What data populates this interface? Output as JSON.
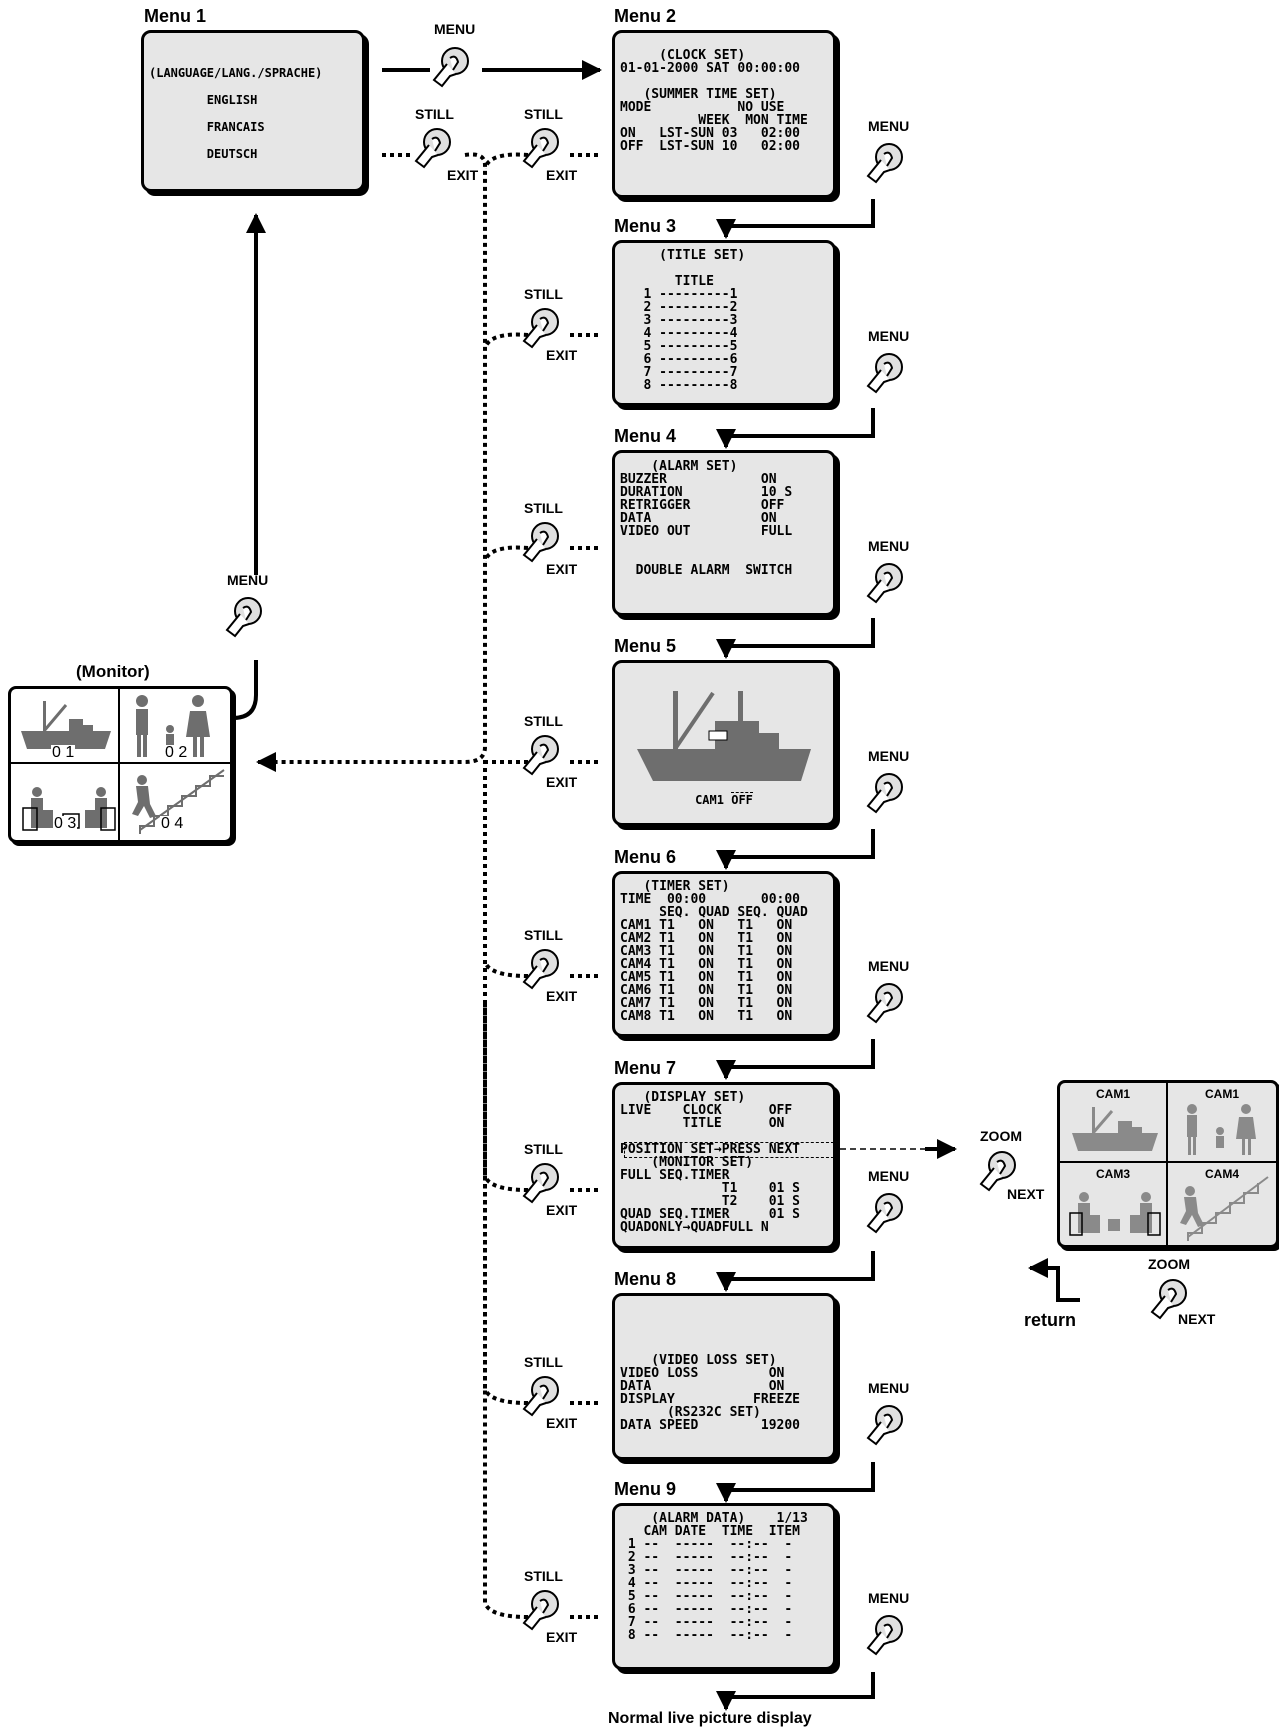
{
  "buttons": {
    "menu": "MENU",
    "still": "STILL",
    "exit": "EXIT",
    "zoom": "ZOOM",
    "next": "NEXT"
  },
  "monitor_title": "(Monitor)",
  "monitor_numbers": [
    "0 1",
    "0 2",
    "0 3",
    "0 4"
  ],
  "return_label": "return",
  "footer": "Normal live picture display",
  "zoom_cameras": [
    "CAM1",
    "CAM1",
    "CAM3",
    "CAM4"
  ],
  "menus": [
    {
      "title": "Menu 1",
      "text": "(LANGUAGE/LANG./SPRACHE)\n\n        ENGLISH\n\n        FRANCAIS\n\n        DEUTSCH"
    },
    {
      "title": "Menu 2",
      "text": "     (CLOCK SET)\n01-01-2000 SAT 00:00:00\n\n   (SUMMER TIME SET)\nMODE           NO USE\n          WEEK  MON TIME\nON   LST-SUN 03   02:00\nOFF  LST-SUN 10   02:00"
    },
    {
      "title": "Menu 3",
      "text": "     (TITLE SET)\n\n       TITLE\n   1 ---------1\n   2 ---------2\n   3 ---------3\n   4 ---------4\n   5 ---------5\n   6 ---------6\n   7 ---------7\n   8 ---------8"
    },
    {
      "title": "Menu 4",
      "text": "    (ALARM SET)\nBUZZER            ON\nDURATION          10 S\nRETRIGGER         OFF\nDATA              ON\nVIDEO OUT         FULL\n\n\n  DOUBLE ALARM  SWITCH"
    },
    {
      "title": "Menu 5",
      "cam_label": "CAM1",
      "cam_state": "OFF"
    },
    {
      "title": "Menu 6",
      "text": "   (TIMER SET)\nTIME  00:00       00:00\n     SEQ. QUAD SEQ. QUAD\nCAM1 T1   ON   T1   ON\nCAM2 T1   ON   T1   ON\nCAM3 T1   ON   T1   ON\nCAM4 T1   ON   T1   ON\nCAM5 T1   ON   T1   ON\nCAM6 T1   ON   T1   ON\nCAM7 T1   ON   T1   ON\nCAM8 T1   ON   T1   ON"
    },
    {
      "title": "Menu 7",
      "text": "   (DISPLAY SET)\nLIVE    CLOCK      OFF\n        TITLE      ON\n\nPOSITION SET→PRESS NEXT\n    (MONITOR SET)\nFULL SEQ.TIMER\n             T1    01 S\n             T2    01 S\nQUAD SEQ.TIMER     01 S\nQUADONLY→QUADFULL N"
    },
    {
      "title": "Menu 8",
      "text": "\n\n    (VIDEO LOSS SET)\nVIDEO LOSS         ON\nDATA               ON\nDISPLAY          FREEZE\n      (RS232C SET)\nDATA SPEED        19200"
    },
    {
      "title": "Menu 9",
      "text": "    (ALARM DATA)    1/13\n   CAM DATE  TIME  ITEM\n 1 --  -----  --:--  -\n 2 --  -----  --:--  -\n 3 --  -----  --:--  -\n 4 --  -----  --:--  -\n 5 --  -----  --:--  -\n 6 --  -----  --:--  -\n 7 --  -----  --:--  -\n 8 --  -----  --:--  -"
    }
  ]
}
